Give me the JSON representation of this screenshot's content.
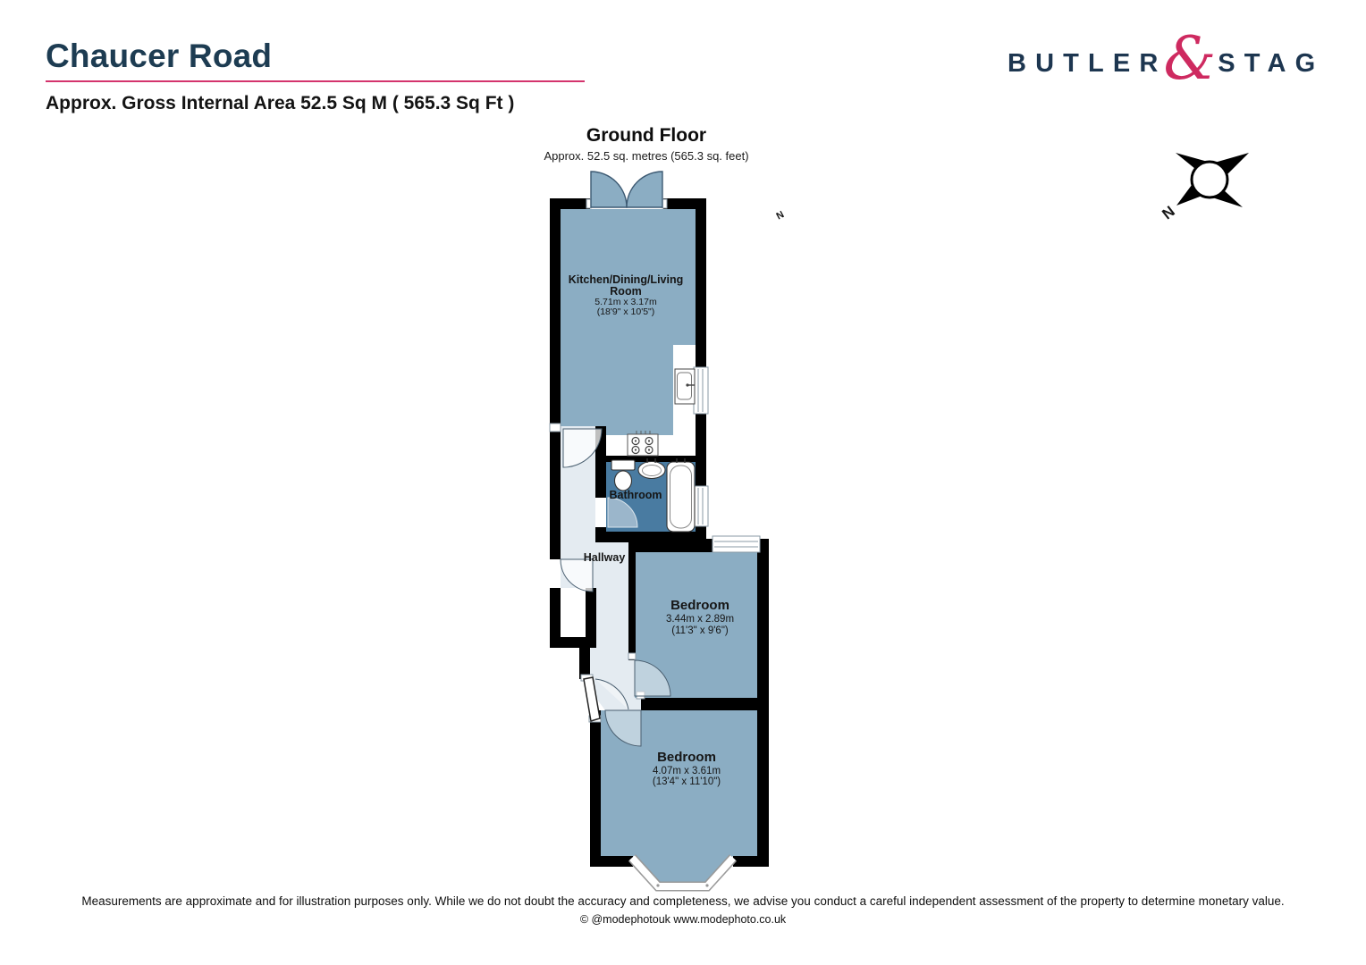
{
  "header": {
    "title": "Chaucer Road",
    "subtitle": "Approx. Gross Internal Area 52.5 Sq M ( 565.3 Sq Ft )"
  },
  "brand": {
    "name_left": "BUTLER",
    "ampersand": "&",
    "name_right": "STAG"
  },
  "floor": {
    "title": "Ground Floor",
    "subtitle": "Approx. 52.5 sq. metres (565.3 sq. feet)"
  },
  "compass": {
    "label": "N"
  },
  "plan": {
    "north_marker": "N",
    "rooms": [
      {
        "name": "Kitchen/Dining/Living",
        "name2": "Room",
        "metric": "5.71m x 3.17m",
        "imperial": "(18'9\" x 10'5\")"
      },
      {
        "name": "Bathroom"
      },
      {
        "name": "Hallway"
      },
      {
        "name": "Bedroom",
        "metric": "3.44m x 2.89m",
        "imperial": "(11'3\" x 9'6\")"
      },
      {
        "name": "Bedroom",
        "metric": "4.07m x 3.61m",
        "imperial": "(13'4\" x 11'10\")"
      }
    ]
  },
  "footer": {
    "disclaimer": "Measurements are approximate and for illustration purposes only.  While we do not doubt the accuracy and completeness, we advise you conduct a careful independent assessment of the property to determine monetary value.",
    "credit": "© @modephotouk www.modephoto.co.uk"
  },
  "colors": {
    "navy": "#1d3c52",
    "accent_pink": "#d4336d",
    "room_fill": "#8badc3",
    "bathroom_fill": "#497ba1",
    "hallway_fill": "#e4ebf1",
    "wall": "#000000"
  }
}
